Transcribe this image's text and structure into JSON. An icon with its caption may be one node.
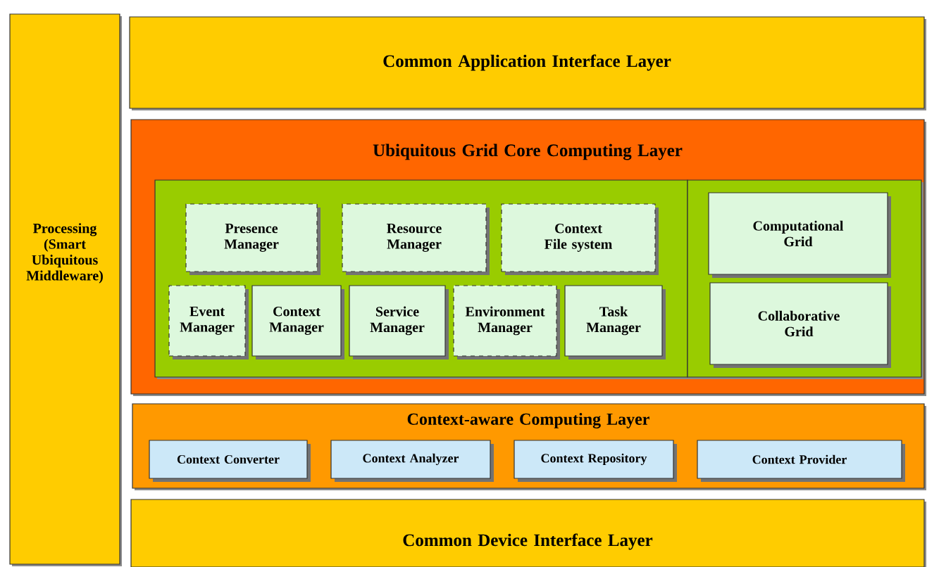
{
  "diagram": {
    "nodes": [
      {
        "text": [
          "Processing (Smart Ubiquitous Middleware)"
        ]
      },
      {
        "text": [
          "Common Application Interface Layer"
        ]
      },
      {
        "text": [
          "Ubiquitous Grid Core Computing Layer"
        ]
      },
      {
        "text": [],
        "shape": "box",
        "in": 2
      },
      {
        "text": [
          "Presence Manager"
        ],
        "in": 3
      },
      {
        "text": [
          "Resource Manager"
        ],
        "in": 3
      },
      {
        "text": [
          "Context File system"
        ],
        "in": 3
      },
      {
        "text": [
          "Event Manager"
        ],
        "in": 3
      },
      {
        "text": [
          "Context Manager"
        ],
        "in": 3
      },
      {
        "text": [
          "Service Manager"
        ],
        "in": 3
      },
      {
        "text": [
          "Environment Manager"
        ],
        "in": 3
      },
      {
        "text": [
          "Task Manager"
        ],
        "in": 3
      },
      {
        "text": [],
        "shape": "box",
        "in": 2
      },
      {
        "text": [
          "Computational Grid"
        ],
        "in": 12
      },
      {
        "text": [
          "Collaborative Grid"
        ],
        "in": 12
      },
      {
        "text": [
          "Context-aware Computing Layer"
        ]
      },
      {
        "text": [
          "Context Converter"
        ],
        "in": 15
      },
      {
        "text": [
          "Context Analyzer"
        ],
        "in": 15
      },
      {
        "text": [
          "Context Repository"
        ],
        "in": 15
      },
      {
        "text": [
          "Context Provider"
        ],
        "in": 15
      },
      {
        "text": [
          "Common Device Interface Layer"
        ]
      }
    ],
    "edges": []
  }
}
